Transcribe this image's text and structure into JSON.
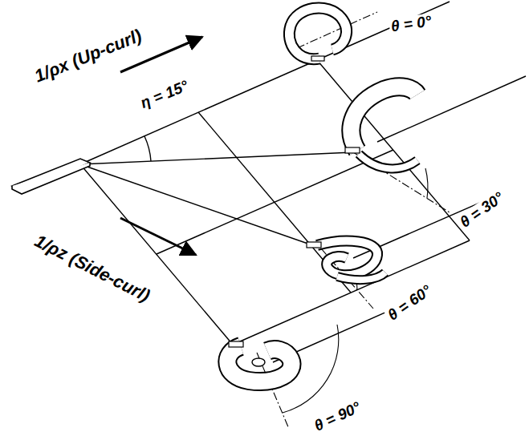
{
  "diagram": {
    "labels": [
      "1/ρx (Up-curl)",
      "η = 15°",
      "θ = 0°",
      "θ = 30°",
      "θ = 60°",
      "1/ρz (Side-curl)",
      "θ = 90°"
    ]
  }
}
